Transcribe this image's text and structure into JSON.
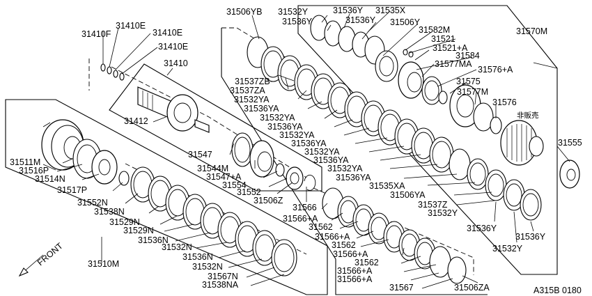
{
  "diagram": {
    "code": "A315B 0180",
    "front_label": "FRONT",
    "not_sold_label": "非販売",
    "group_labels": {
      "front_clutch_assy": "31510M",
      "input_shaft_group": "31410",
      "rear_group": "31570M",
      "bearing": "31555"
    },
    "parts": [
      "31506YB",
      "31532Y",
      "31536Y",
      "31535X",
      "31536Y",
      "31536Y",
      "31506Y",
      "31582M",
      "31521",
      "31521+A",
      "31584",
      "31577MA",
      "31576+A",
      "31575",
      "31577M",
      "31576",
      "31410F",
      "31410E",
      "31410E",
      "31410E",
      "31412",
      "31537ZB",
      "31537ZA",
      "31532YA",
      "31536YA",
      "31532YA",
      "31536YA",
      "31532YA",
      "31536YA",
      "31532YA",
      "31536YA",
      "31532YA",
      "31536YA",
      "31535XA",
      "31506YA",
      "31537Z",
      "31532Y",
      "31536Y",
      "31532Y",
      "31536Y",
      "31547",
      "31544M",
      "31547+A",
      "31554",
      "31552",
      "31506Z",
      "31511M",
      "31516P",
      "31514N",
      "31517P",
      "31552N",
      "31538N",
      "31529N",
      "31529N",
      "31536N",
      "31532N",
      "31536N",
      "31532N",
      "31567N",
      "31538NA",
      "31566",
      "31566+A",
      "31562",
      "31566+A",
      "31562",
      "31566+A",
      "31562",
      "31566+A",
      "31566+A",
      "31567",
      "31506ZA"
    ]
  }
}
